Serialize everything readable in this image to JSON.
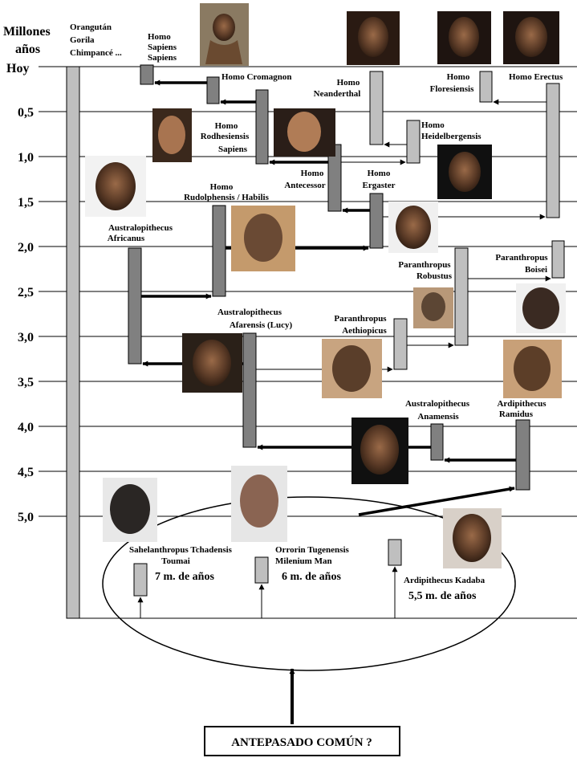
{
  "axis": {
    "title_line1": "Millones",
    "title_line2": "años",
    "today": "Hoy",
    "ticks": [
      "0,5",
      "1,0",
      "1,5",
      "2,0",
      "2,5",
      "3,0",
      "3,5",
      "4,0",
      "4,5",
      "5,0"
    ]
  },
  "apes": [
    "Orangután",
    "Gorila",
    "Chimpancé ..."
  ],
  "species": {
    "sapiens": [
      "Homo",
      "Sapiens",
      "Sapiens"
    ],
    "cromagnon": [
      "Homo Cromagnon"
    ],
    "rodhesiensis": [
      "Homo",
      "Rodhesiensis",
      "Sapiens"
    ],
    "neanderthal": [
      "Homo",
      "Neanderthal"
    ],
    "floresiensis": [
      "Homo",
      "Floresiensis"
    ],
    "erectus": [
      "Homo Erectus"
    ],
    "heidelbergensis": [
      "Homo",
      "Heidelbergensis"
    ],
    "antecessor": [
      "Homo",
      "Antecessor"
    ],
    "ergaster": [
      "Homo",
      "Ergaster"
    ],
    "rudolphensis": [
      "Homo",
      "Rudolphensis / Habilis"
    ],
    "africanus": [
      "Australopithecus",
      "Africanus"
    ],
    "robustus": [
      "Paranthropus",
      "Robustus"
    ],
    "boisei": [
      "Paranthropus",
      "Boisei"
    ],
    "afarensis": [
      "Australopithecus",
      "Afarensis (Lucy)"
    ],
    "aethiopicus": [
      "Paranthropus",
      "Aethiopicus"
    ],
    "anamensis": [
      "Australopithecus",
      "Anamensis"
    ],
    "ramidus": [
      "Ardipithecus",
      "Ramidus"
    ],
    "sahelanthropus": [
      "Sahelanthropus Tchadensis",
      "Toumai"
    ],
    "orrorin": [
      "Orrorin Tugenensis",
      "Milenium Man"
    ],
    "kadaba": [
      "Ardipithecus Kadaba"
    ]
  },
  "ages": {
    "sahelanthropus": "7 m. de años",
    "orrorin": "6 m. de años",
    "kadaba": "5,5 m. de años"
  },
  "common_ancestor": "ANTEPASADO COMÚN ?"
}
